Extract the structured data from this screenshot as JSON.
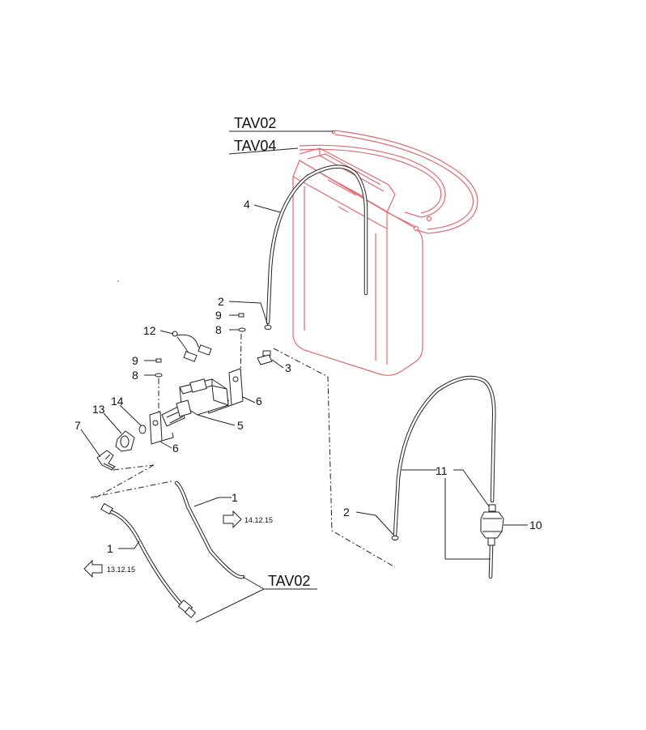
{
  "callouts": {
    "tav02_top": "TAV02",
    "tav04_top": "TAV04",
    "tav02_bottom": "TAV02",
    "n4": "4",
    "n2_upper": "2",
    "n9_upper": "9",
    "n8_upper": "8",
    "n12": "12",
    "n3": "3",
    "n9_lower": "9",
    "n8_lower": "8",
    "n6_right": "6",
    "n5": "5",
    "n14": "14",
    "n13": "13",
    "n7": "7",
    "n6_lower": "6",
    "n1_right": "1",
    "n1_left": "1",
    "n2_lower": "2",
    "n11": "11",
    "n10": "10"
  },
  "references": {
    "ref_right": "14.12.15",
    "ref_left": "13.12.15"
  },
  "colors": {
    "line": "#222222",
    "highlight_tank": "#e06a72",
    "background": "#ffffff"
  }
}
